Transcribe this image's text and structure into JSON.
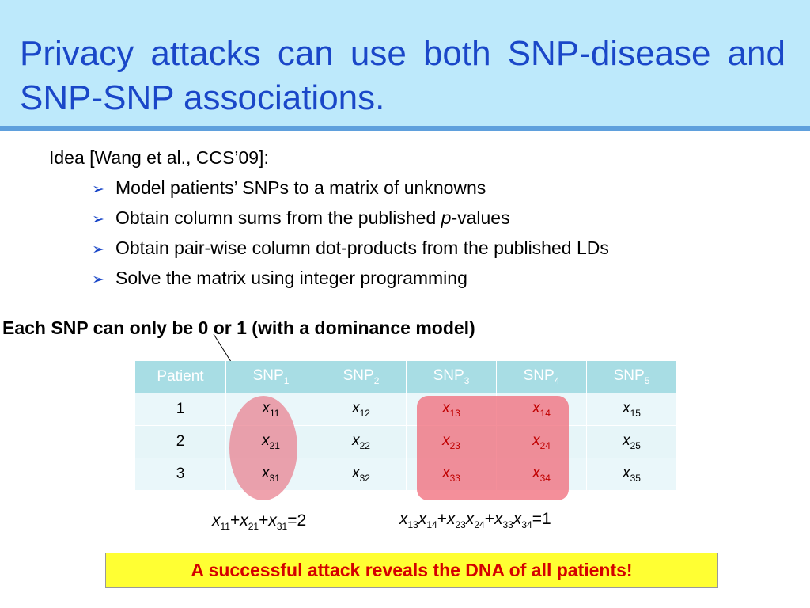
{
  "title": "Privacy attacks can use both SNP-disease and SNP-SNP associations.",
  "idea_heading": "Idea [Wang et al., CCS’09]:",
  "bullets": [
    {
      "before": "Model patients’ SNPs to a matrix of unknowns",
      "italic": "",
      "after": ""
    },
    {
      "before": "Obtain column sums from the published ",
      "italic": "p",
      "after": "-values"
    },
    {
      "before": "Obtain pair-wise column dot-products from the published LDs",
      "italic": "",
      "after": ""
    },
    {
      "before": "Solve the matrix using integer programming",
      "italic": "",
      "after": ""
    }
  ],
  "bullet_icon": "arrowhead-bullet-icon",
  "constraint_note": "Each SNP can only be 0 or 1 (with a dominance model)",
  "table": {
    "header": {
      "patient": "Patient",
      "snp_label": "SNP",
      "snp_indices": [
        "1",
        "2",
        "3",
        "4",
        "5"
      ]
    },
    "rows": [
      {
        "patient": "1",
        "cells": [
          {
            "v": "x",
            "s": "11"
          },
          {
            "v": "x",
            "s": "12"
          },
          {
            "v": "x",
            "s": "13"
          },
          {
            "v": "x",
            "s": "14"
          },
          {
            "v": "x",
            "s": "15"
          }
        ]
      },
      {
        "patient": "2",
        "cells": [
          {
            "v": "x",
            "s": "21"
          },
          {
            "v": "x",
            "s": "22"
          },
          {
            "v": "x",
            "s": "23"
          },
          {
            "v": "x",
            "s": "24"
          },
          {
            "v": "x",
            "s": "25"
          }
        ]
      },
      {
        "patient": "3",
        "cells": [
          {
            "v": "x",
            "s": "31"
          },
          {
            "v": "x",
            "s": "32"
          },
          {
            "v": "x",
            "s": "33"
          },
          {
            "v": "x",
            "s": "34"
          },
          {
            "v": "x",
            "s": "35"
          }
        ]
      }
    ]
  },
  "equation_column_sum": {
    "terms": [
      "11",
      "21",
      "31"
    ],
    "result": "=2"
  },
  "equation_dot_product": {
    "pairs": [
      [
        "13",
        "14"
      ],
      [
        "23",
        "24"
      ],
      [
        "33",
        "34"
      ]
    ],
    "result": "=1"
  },
  "result_banner": "A successful attack reveals the DNA of all patients!",
  "colors": {
    "title_text": "#1a47c8",
    "title_background": "#bde9fb",
    "highlight_red": "#c00000",
    "banner_background": "#ffff33",
    "banner_text": "#d40000"
  }
}
